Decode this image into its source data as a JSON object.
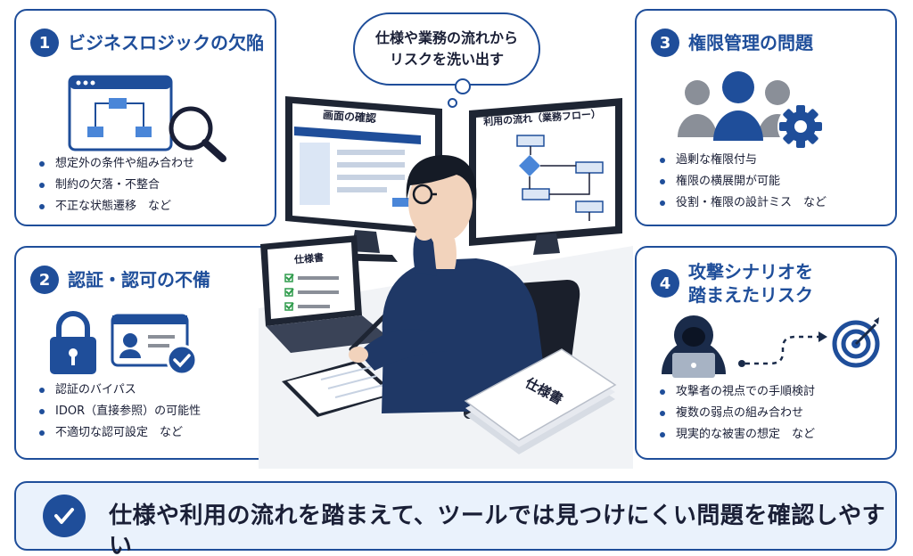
{
  "bubble": {
    "line1": "仕様や業務の流れから",
    "line2": "リスクを洗い出す"
  },
  "center": {
    "monitor_left_title": "画面の確認",
    "monitor_right_title": "利用の流れ（業務フロー）",
    "laptop_label": "仕様書",
    "doc_stack_label": "仕様書"
  },
  "cards": [
    {
      "number": "1",
      "title": [
        "ビジネスロジックの欠陥"
      ],
      "bullets": [
        "想定外の条件や組み合わせ",
        "制約の欠落・不整合",
        "不正な状態遷移　など"
      ]
    },
    {
      "number": "2",
      "title": [
        "認証・認可の不備"
      ],
      "bullets": [
        "認証のバイパス",
        "IDOR（直接参照）の可能性",
        "不適切な認可設定　など"
      ]
    },
    {
      "number": "3",
      "title": [
        "権限管理の問題"
      ],
      "bullets": [
        "過剰な権限付与",
        "権限の横展開が可能",
        "役割・権限の設計ミス　など"
      ]
    },
    {
      "number": "4",
      "title": [
        "攻撃シナリオを",
        "踏まえたリスク"
      ],
      "bullets": [
        "攻撃者の視点での手順検討",
        "複数の弱点の組み合わせ",
        "現実的な被害の想定　など"
      ]
    }
  ],
  "conclusion": "仕様や利用の流れを踏まえて、ツールでは見つけにくい問題を確認しやすい",
  "colors": {
    "primary": "#1f4e9a",
    "light_bg": "#eaf2fc",
    "gray_icon": "#8a8f98"
  }
}
